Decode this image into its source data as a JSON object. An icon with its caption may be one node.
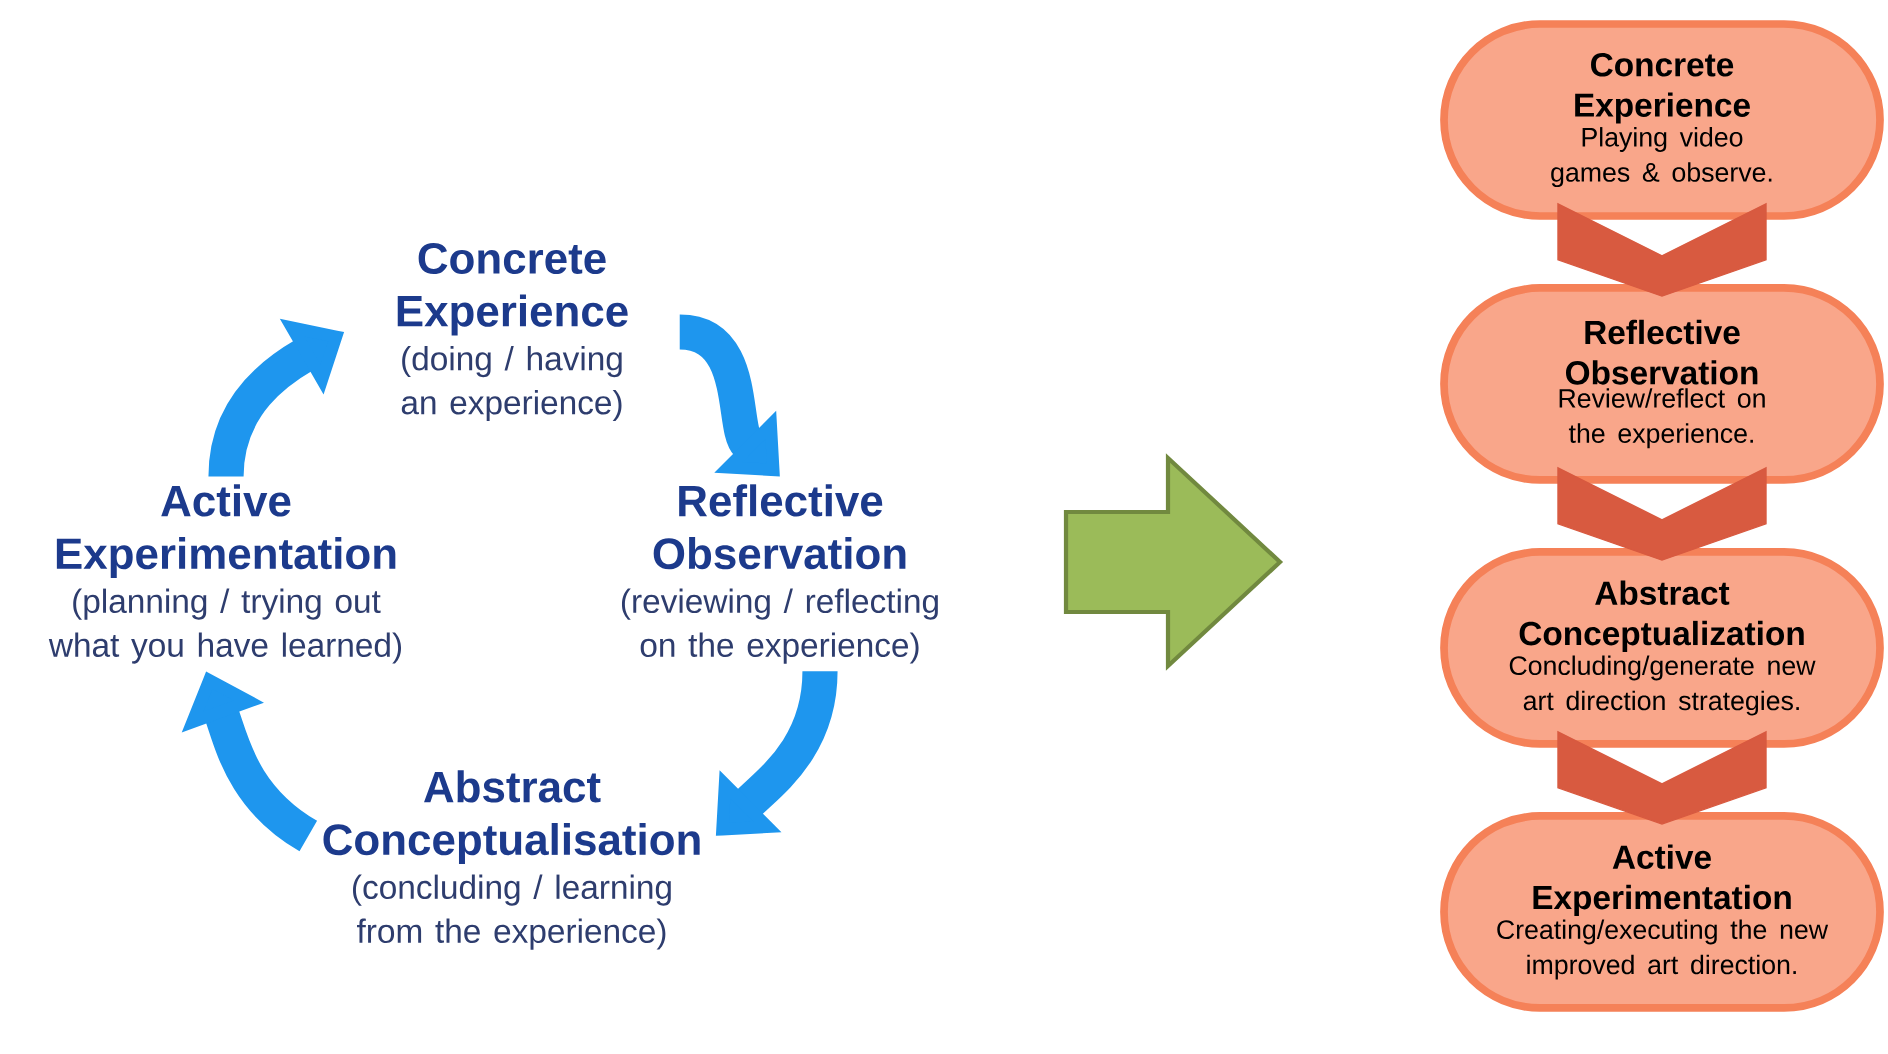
{
  "diagram": {
    "nodes": [
      {
        "text": [
          "Concrete Experience",
          "(doing / having an experience)"
        ]
      },
      {
        "text": [
          "Reflective Observation",
          "(reviewing / reflecting on the experience)"
        ]
      },
      {
        "text": [
          "Abstract Conceptualisation",
          "(concluding / learning from the experience)"
        ]
      },
      {
        "text": [
          "Active Experimentation",
          "(planning / trying out what you have learned)"
        ]
      },
      {
        "text": [
          "Concrete Experience",
          "Playing video games & observe."
        ]
      },
      {
        "text": [
          "Reflective Observation",
          "Review/reflect on the experience."
        ]
      },
      {
        "text": [
          "Abstract Conceptualization",
          "Concluding/generate new art direction strategies."
        ]
      },
      {
        "text": [
          "Active Experimentation",
          "Creating/executing the new improved art direction."
        ]
      }
    ],
    "edges": [
      {
        "from": 0,
        "to": 1,
        "arrow": "to"
      },
      {
        "from": 1,
        "to": 2,
        "arrow": "to"
      },
      {
        "from": 2,
        "to": 3,
        "arrow": "to"
      },
      {
        "from": 3,
        "to": 0,
        "arrow": "to"
      },
      {
        "from": 4,
        "to": 5,
        "arrow": "to"
      },
      {
        "from": 5,
        "to": 6,
        "arrow": "to"
      },
      {
        "from": 6,
        "to": 7,
        "arrow": "to"
      }
    ]
  }
}
